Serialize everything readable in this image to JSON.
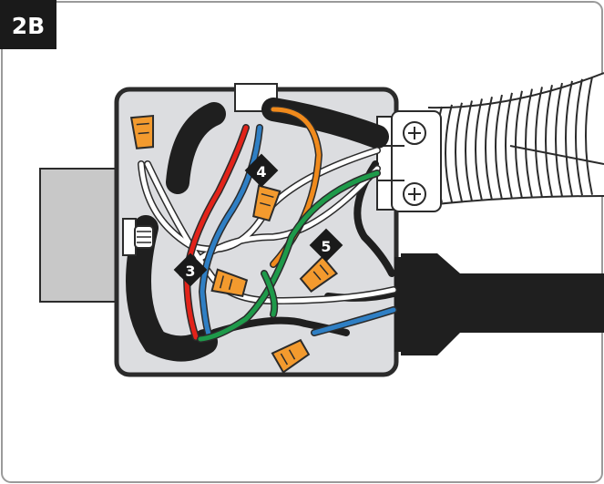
{
  "panel": {
    "label": "2B"
  },
  "callouts": [
    {
      "number": "3"
    },
    {
      "number": "4"
    },
    {
      "number": "5"
    }
  ],
  "colors": {
    "frame": "#9a9a9a",
    "box_fill": "#dcdde0",
    "box_stroke": "#2b2b2b",
    "cable_black": "#1f1f1f",
    "wire_red": "#e2231a",
    "wire_blue": "#2f7fc4",
    "wire_green": "#1e9a4a",
    "wire_orange": "#f08a1c",
    "wire_white": "#ffffff",
    "wirenut": "#f39a2e",
    "stud_gray": "#c8c8c8"
  }
}
